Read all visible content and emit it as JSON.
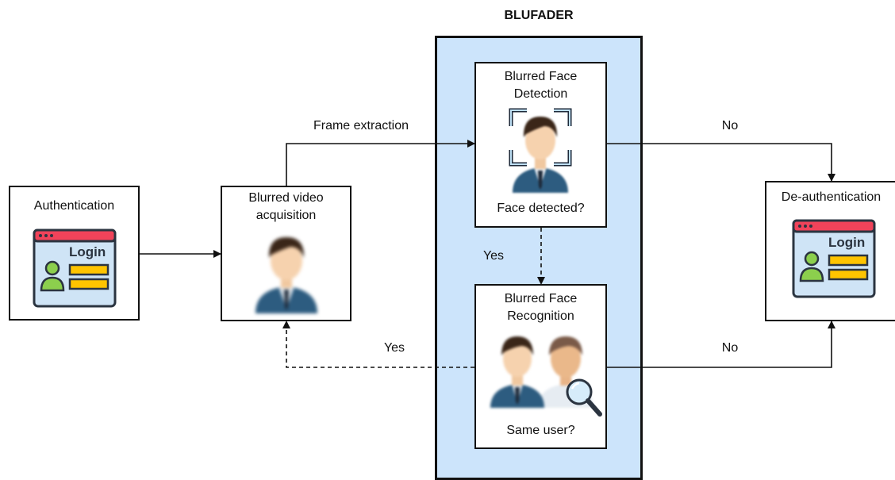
{
  "title": "BLUFADER",
  "nodes": {
    "authentication": "Authentication",
    "acquisition_line1": "Blurred video",
    "acquisition_line2": "acquisition",
    "detection_line1": "Blurred Face",
    "detection_line2": "Detection",
    "detection_question": "Face detected?",
    "recognition_line1": "Blurred Face",
    "recognition_line2": "Recognition",
    "recognition_question": "Same user?",
    "deauth": "De-authentication"
  },
  "edges": {
    "frame_extraction": "Frame extraction",
    "detect_no": "No",
    "detect_yes": "Yes",
    "recog_yes": "Yes",
    "recog_no": "No"
  },
  "login_text": "Login"
}
